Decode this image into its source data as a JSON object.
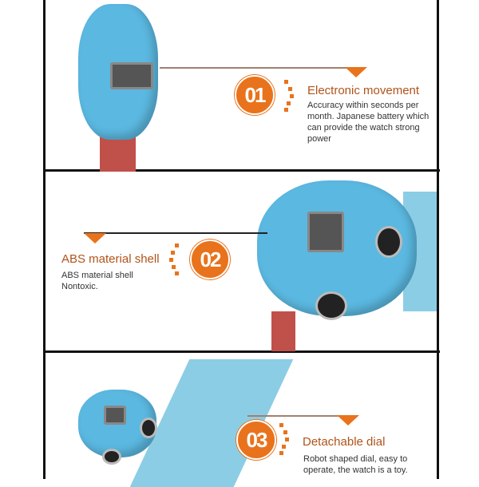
{
  "features": [
    {
      "number": "01",
      "title": "Electronic movement",
      "description": "Accuracy within seconds per month. Japanese battery which can provide the watch strong power"
    },
    {
      "number": "02",
      "title": "ABS material shell",
      "description": "ABS material shell Nontoxic."
    },
    {
      "number": "03",
      "title": "Detachable dial",
      "description": "Robot shaped dial, easy to operate, the watch is a toy."
    }
  ],
  "colors": {
    "accent": "#e8731c",
    "title": "#b0531a",
    "watch": "#5bb8e0"
  }
}
